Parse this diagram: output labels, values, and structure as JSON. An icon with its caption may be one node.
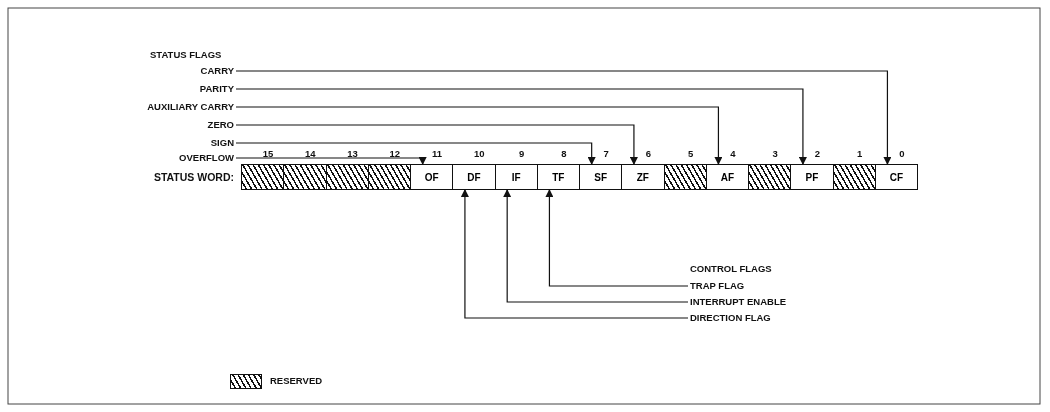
{
  "diagram": {
    "nodes": [
      {
        "text": [
          "CARRY"
        ]
      },
      {
        "text": [
          "PARITY"
        ]
      },
      {
        "text": [
          "AUXILIARY CARRY"
        ]
      },
      {
        "text": [
          "ZERO"
        ]
      },
      {
        "text": [
          "SIGN"
        ]
      },
      {
        "text": [
          "OVERFLOW"
        ]
      },
      {
        "text": [],
        "shape": "box"
      },
      {
        "text": [],
        "shape": "box"
      },
      {
        "text": [],
        "shape": "box"
      },
      {
        "text": [],
        "shape": "box"
      },
      {
        "text": [
          "OF"
        ]
      },
      {
        "text": [
          "DF"
        ]
      },
      {
        "text": [
          "IF"
        ]
      },
      {
        "text": [
          "TF"
        ]
      },
      {
        "text": [
          "SF"
        ]
      },
      {
        "text": [
          "ZF"
        ]
      },
      {
        "text": [],
        "shape": "box"
      },
      {
        "text": [
          "AF"
        ]
      },
      {
        "text": [],
        "shape": "box"
      },
      {
        "text": [
          "PF"
        ]
      },
      {
        "text": [],
        "shape": "box"
      },
      {
        "text": [
          "CF"
        ]
      },
      {
        "text": [
          "TRAP FLAG"
        ]
      },
      {
        "text": [
          "INTERRUPT ENABLE"
        ]
      },
      {
        "text": [
          "DIRECTION FLAG"
        ]
      }
    ],
    "edges": [
      {
        "from": 0,
        "to": 21,
        "arrow": "to"
      },
      {
        "from": 1,
        "to": 19,
        "arrow": "to"
      },
      {
        "from": 2,
        "to": 17,
        "arrow": "to"
      },
      {
        "from": 3,
        "to": 15,
        "arrow": "to"
      },
      {
        "from": 4,
        "to": 14,
        "arrow": "to"
      },
      {
        "from": 5,
        "to": 10,
        "arrow": "to"
      },
      {
        "from": 22,
        "to": 13,
        "arrow": "to"
      },
      {
        "from": 23,
        "to": 12,
        "arrow": "to"
      },
      {
        "from": 24,
        "to": 11,
        "arrow": "to"
      }
    ],
    "labels": [
      "STATUS FLAGS",
      "15",
      "14",
      "13",
      "12",
      "11",
      "10",
      "9",
      "8",
      "7",
      "6",
      "5",
      "4",
      "3",
      "2",
      "1",
      "0",
      "STATUS WORD:",
      "CONTROL FLAGS"
    ],
    "legend": [
      {
        "text": "RESERVED"
      }
    ]
  }
}
